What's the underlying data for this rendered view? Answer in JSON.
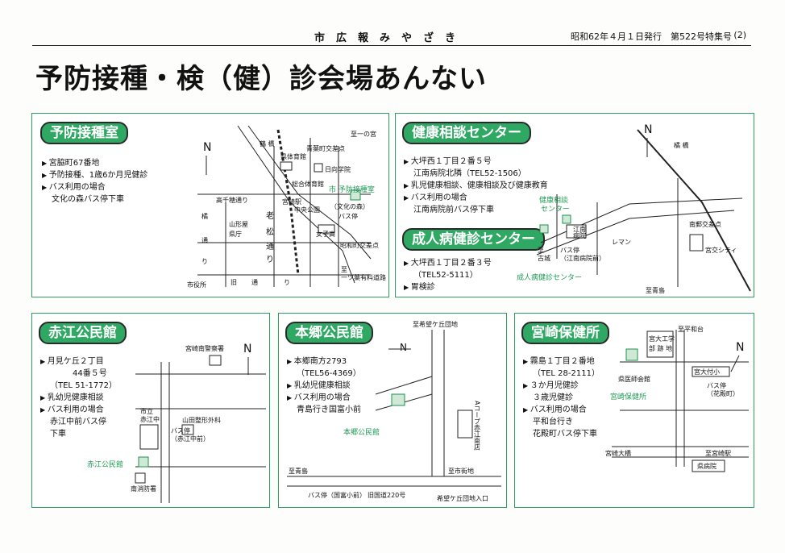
{
  "header": {
    "publication": "市広報みやざき",
    "date": "昭和62年４月１日発行　第522号特集号",
    "page": "(2)"
  },
  "title": "予防接種・検（健）診会場あんない",
  "panels": {
    "yobou": {
      "heading": "予防接種室",
      "lines": [
        "宮脇町67番地",
        "予防接種、1歳6か月児健診",
        "バス利用の場合",
        "文化の森バス停下車"
      ],
      "map": {
        "n": "N",
        "l1": "鶴 橋",
        "l2": "至一の宮",
        "l3": "青葉町交差点",
        "l4": "県体育館",
        "l5": "日向学院",
        "l6": "総合体育館",
        "l7": "市 予防接種室",
        "l8": "宮崎駅",
        "l9": "中央公園",
        "l10": "（文化の森）",
        "l11": "バス停",
        "l12": "高千穂通り",
        "l13": "山形屋",
        "l14": "県庁",
        "l15": "老",
        "l16": "松",
        "l17": "通",
        "l18": "り",
        "l19": "女子高",
        "l20": "昭和町交差点",
        "l21": "至",
        "l22": "一ツ葉有料道路",
        "l23": "市役所",
        "l24": "橘",
        "l25": "通",
        "l26": "り",
        "l27": "旧",
        "l28": "通",
        "l29": "り"
      }
    },
    "kenkou": {
      "heading": "健康相談センター",
      "lines": [
        "大坪西１丁目２番５号",
        "江南病院北隣（TEL52-1506）",
        "乳児健康相談、健康相談及び健康教育",
        "バス利用の場合",
        "江南病院前バス停下車"
      ],
      "heading2": "成人病健診センター",
      "lines2": [
        "大坪西１丁目２番３号",
        "（TEL52-5111）",
        "胃検診"
      ],
      "map": {
        "n": "N",
        "l1": "橘 橋",
        "l2": "健康相談",
        "l3": "センター",
        "l4": "江南",
        "l5": "病院",
        "l6": "南郵交差点",
        "l7": "レマン",
        "l8": "宮交シティ",
        "l9": "至",
        "l10": "古城",
        "l11": "バス停",
        "l12": "（江南病院前）",
        "l13": "成人病健診センター",
        "l14": "至青島"
      }
    },
    "akae": {
      "heading": "赤江公民館",
      "lines": [
        "月見ケ丘２丁目",
        "44番５号",
        "（TEL 51-1772）",
        "乳幼児健康相談",
        "バス利用の場合",
        "赤江中前バス停",
        "下車"
      ],
      "map": {
        "n": "N",
        "l1": "宮崎南警察署",
        "l2": "市立",
        "l3": "赤江中",
        "l4": "山田整形外科",
        "l5": "バス停",
        "l6": "（赤江中前）",
        "l7": "赤江公民館",
        "l8": "南消防署"
      }
    },
    "hongou": {
      "heading": "本郷公民館",
      "lines": [
        "本郷南方2793",
        "（TEL56-4369）",
        "乳幼児健康相談",
        "バス利用の場合",
        "青島行き国富小前"
      ],
      "map": {
        "n": "N",
        "l1": "至希望ケ丘団地",
        "l2": "本郷公民館",
        "l3": "Aコープ赤江南店",
        "l4": "至青島",
        "l5": "至市街地",
        "l6": "バス停（国富小前）",
        "l7": "旧国道220号",
        "l8": "希望ケ丘団地入口"
      }
    },
    "hoken": {
      "heading": "宮崎保健所",
      "lines": [
        "霧島１丁目２番地",
        "（TEL 28-2111）",
        "３か月児健診",
        "３歳児健診",
        "バス利用の場合",
        "平和台行き",
        "花殿町バス停下車"
      ],
      "map": {
        "n": "N",
        "l1": "至平和台",
        "l2": "宮大工学",
        "l3": "部 跡 地",
        "l4": "宮大付小",
        "l5": "県医師会館",
        "l6": "宮崎保健所",
        "l7": "バス停",
        "l8": "（花殿町）",
        "l9": "至宮崎駅",
        "l10": "宮崎大橋",
        "l11": "県病院"
      }
    }
  }
}
